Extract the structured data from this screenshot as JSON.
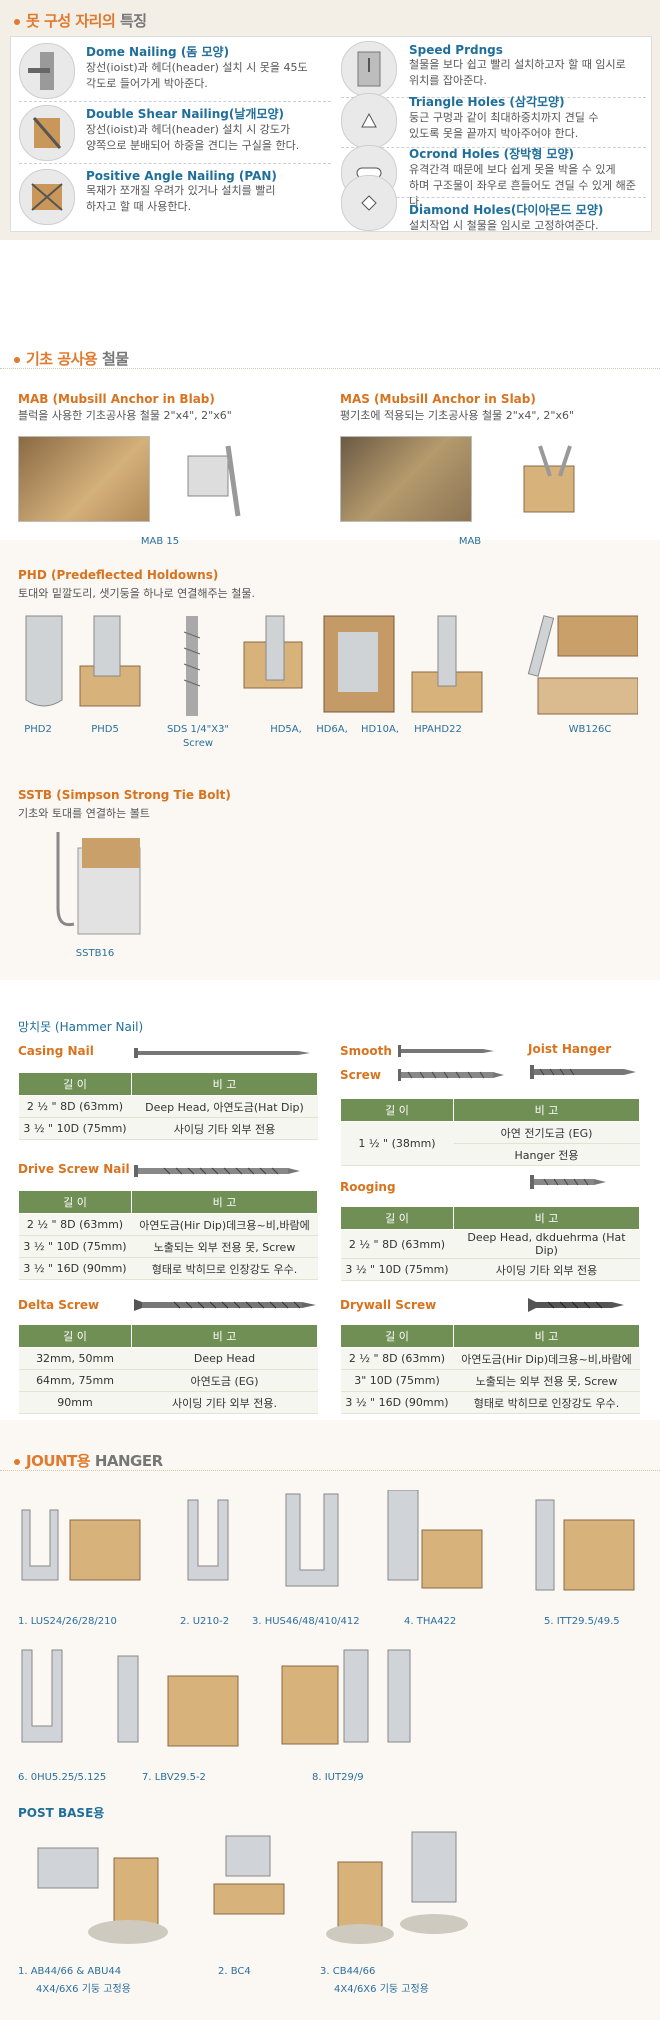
{
  "features": {
    "title_a": "못 구성 자리의",
    "title_b": "특징",
    "items": [
      {
        "title": "Dome Nailing (돔 모양)",
        "desc1": "장선(ioist)과 헤더(header) 설치 시 못을 45도",
        "desc2": "각도로 들어가게 박아준다."
      },
      {
        "title": "Double Shear Nailing(날개모양)",
        "desc1": "장선(ioist)과 헤더(header) 설치 시 강도가",
        "desc2": "양쪽으로 분배되어 하중을 견디는 구실을 한다."
      },
      {
        "title": "Positive Angle Nailing (PAN)",
        "desc1": "목재가 쪼개질 우려가 있거나 설치를 빨리",
        "desc2": "하자고 할 때 사용한다."
      },
      {
        "title": "Speed Prdngs",
        "desc1": "철물을 보다 쉽고 빨리 설치하고자 할 때 임시로",
        "desc2": "위치를 잡아준다."
      },
      {
        "title": "Triangle Holes (삼각모양)",
        "desc1": "둥근 구멍과 같이 최대하중치까지 견딜 수",
        "desc2": "있도록 못을 끝까지 박아주어야 한다."
      },
      {
        "title": "Ocrond Holes (장박형 모양)",
        "desc1": "유격간격 때문에 보다 쉽게 못을 박을 수 있게",
        "desc2": "하며 구조물이 좌우로 흔들어도 견딜 수 있게 해준다."
      },
      {
        "title": "Diamond Holes(다이아몬드 모양)",
        "desc1": "설치작업 시 철물을 임시로 고정하여준다.",
        "desc2": ""
      }
    ]
  },
  "foundation": {
    "title_a": "기초 공사용",
    "title_b": "철물",
    "mab_title": "MAB (Mubsill Anchor in Blab)",
    "mab_desc": "블럭을 사용한 기초공사용 철물 2\"x4\", 2\"x6\"",
    "mab_cap": "MAB 15",
    "mas_title": "MAS (Mubsill Anchor in Slab)",
    "mas_desc": "평기초에 적용되는 기초공사용 철물 2\"x4\", 2\"x6\"",
    "mas_cap": "MAB",
    "phd_title": "PHD (Predeflected Holdowns)",
    "phd_desc": "토대와 밑깔도리, 샛기둥을 하나로 연결해주는 철물.",
    "phd_caps": [
      "PHD2",
      "PHD5",
      "SDS 1/4\"X3\"",
      "Screw",
      "HD5A,",
      "HD6A,",
      "HD10A,",
      "HPAHD22",
      "WB126C"
    ],
    "sstb_title": "SSTB (Simpson Strong Tie Bolt)",
    "sstb_desc": "기초와 토대를 연결하는 볼트",
    "sstb_cap": "SSTB16"
  },
  "nails": {
    "title": "망치못 (Hammer Nail)",
    "col_len": "길 이",
    "col_note": "비 고",
    "casing": {
      "name": "Casing Nail",
      "rows": [
        [
          "2 ½ \" 8D (63mm)",
          "Deep Head, 아연도금(Hat Dip)"
        ],
        [
          "3 ½ \" 10D (75mm)",
          "사이딩 기타 외부 전용"
        ]
      ]
    },
    "smooth": {
      "name1": "Smooth",
      "name2": "Screw",
      "name3": "Joist Hanger",
      "rows": [
        [
          "1 ½ \" (38mm)",
          "아연 전기도금 (EG)",
          "Hanger 전용"
        ]
      ]
    },
    "drive": {
      "name": "Drive Screw Nail",
      "rows": [
        [
          "2 ½ \" 8D (63mm)",
          "아연도금(Hir Dip)데크용~비,바람에"
        ],
        [
          "3 ½ \" 10D (75mm)",
          "노출되는 외부 전용 못, Screw"
        ],
        [
          "3 ½ \" 16D (90mm)",
          "형태로 박히므로 인장강도 우수."
        ]
      ]
    },
    "rooging": {
      "name": "Rooging",
      "rows": [
        [
          "2 ½ \" 8D (63mm)",
          "Deep Head, dkduehrma (Hat Dip)"
        ],
        [
          "3 ½ \" 10D (75mm)",
          "사이딩 기타 외부 전용"
        ]
      ]
    },
    "delta": {
      "name": "Delta Screw",
      "rows": [
        [
          "32mm, 50mm",
          "Deep Head"
        ],
        [
          "64mm, 75mm",
          "아연도금 (EG)"
        ],
        [
          "90mm",
          "사이딩 기타 외부 전용."
        ]
      ]
    },
    "drywall": {
      "name": "Drywall Screw",
      "rows": [
        [
          "2 ½ \" 8D (63mm)",
          "아연도금(Hir Dip)데크용~비,바람에"
        ],
        [
          "3\" 10D (75mm)",
          "노출되는 외부 전용 못, Screw"
        ],
        [
          "3 ½ \" 16D (90mm)",
          "형태로 박히므로 인장강도 우수."
        ]
      ]
    }
  },
  "hanger": {
    "title_a": "JOUNT용",
    "title_b": "HANGER",
    "caps": [
      "1. LUS24/26/28/210",
      "2. U210-2",
      "3. HUS46/48/410/412",
      "4. THA422",
      "5. ITT29.5/49.5",
      "6. 0HU5.25/5.125",
      "7. LBV29.5-2",
      "8. IUT29/9"
    ],
    "post_title": "POST BASE용",
    "post_caps": [
      "1. AB44/66 & ABU44",
      "4X4/6X6 기둥 고정용",
      "2. BC4",
      "3. CB44/66",
      "4X4/6X6 기둥 고정용"
    ]
  },
  "colors": {
    "accent": "#e07a2e",
    "title_blue": "#1f6f9a",
    "table_head": "#6f8f55"
  }
}
